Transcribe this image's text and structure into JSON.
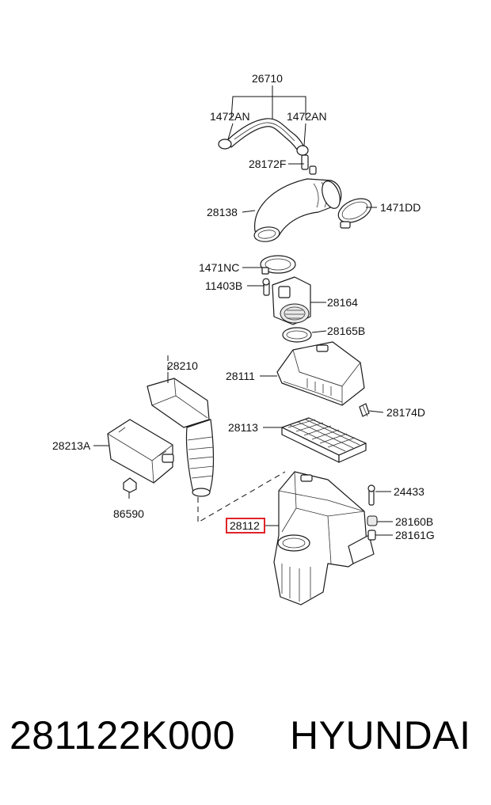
{
  "diagram": {
    "parts": [
      {
        "id": "p26710",
        "label": "26710"
      },
      {
        "id": "p1472an_l",
        "label": "1472AN"
      },
      {
        "id": "p1472an_r",
        "label": "1472AN"
      },
      {
        "id": "p28172f",
        "label": "28172F"
      },
      {
        "id": "p28138",
        "label": "28138"
      },
      {
        "id": "p1471dd",
        "label": "1471DD"
      },
      {
        "id": "p1471nc",
        "label": "1471NC"
      },
      {
        "id": "p11403b",
        "label": "11403B"
      },
      {
        "id": "p28164",
        "label": "28164"
      },
      {
        "id": "p28165b",
        "label": "28165B"
      },
      {
        "id": "p28210",
        "label": "28210"
      },
      {
        "id": "p28111",
        "label": "28111"
      },
      {
        "id": "p28174d",
        "label": "28174D"
      },
      {
        "id": "p28113",
        "label": "28113"
      },
      {
        "id": "p28213a",
        "label": "28213A"
      },
      {
        "id": "p24433",
        "label": "24433"
      },
      {
        "id": "p28112",
        "label": "28112",
        "highlighted": true
      },
      {
        "id": "p86590",
        "label": "86590"
      },
      {
        "id": "p28160b",
        "label": "28160B"
      },
      {
        "id": "p28161g",
        "label": "28161G"
      }
    ],
    "highlight_color": "#e0242a"
  },
  "caption": {
    "part_number": "281122K000",
    "brand": "HYUNDAI"
  }
}
